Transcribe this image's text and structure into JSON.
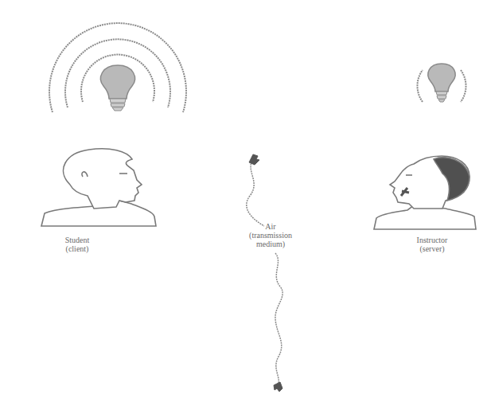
{
  "diagram": {
    "labels": [
      "Student (client)",
      "Air (transmission medium)",
      "Instructor (server)"
    ]
  }
}
